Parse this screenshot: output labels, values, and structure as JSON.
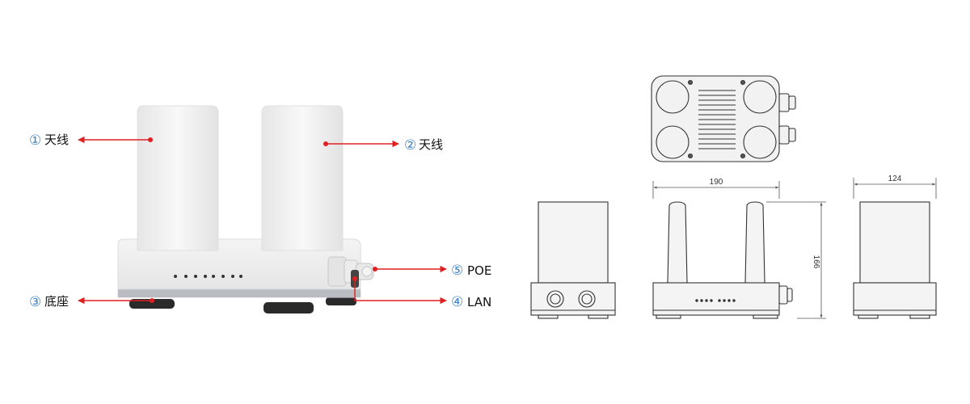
{
  "callouts": [
    {
      "num": "①",
      "text": "天线"
    },
    {
      "num": "②",
      "text": "天线"
    },
    {
      "num": "③",
      "text": "底座"
    },
    {
      "num": "④",
      "text": "LAN"
    },
    {
      "num": "⑤",
      "text": "POE"
    }
  ],
  "dimensions": {
    "front_width": "190",
    "side_depth": "124",
    "height": "166"
  },
  "colors": {
    "callout_number": "#3b82c6",
    "leader": "#e02020",
    "body": "#eeeeee",
    "line": "#333333"
  }
}
